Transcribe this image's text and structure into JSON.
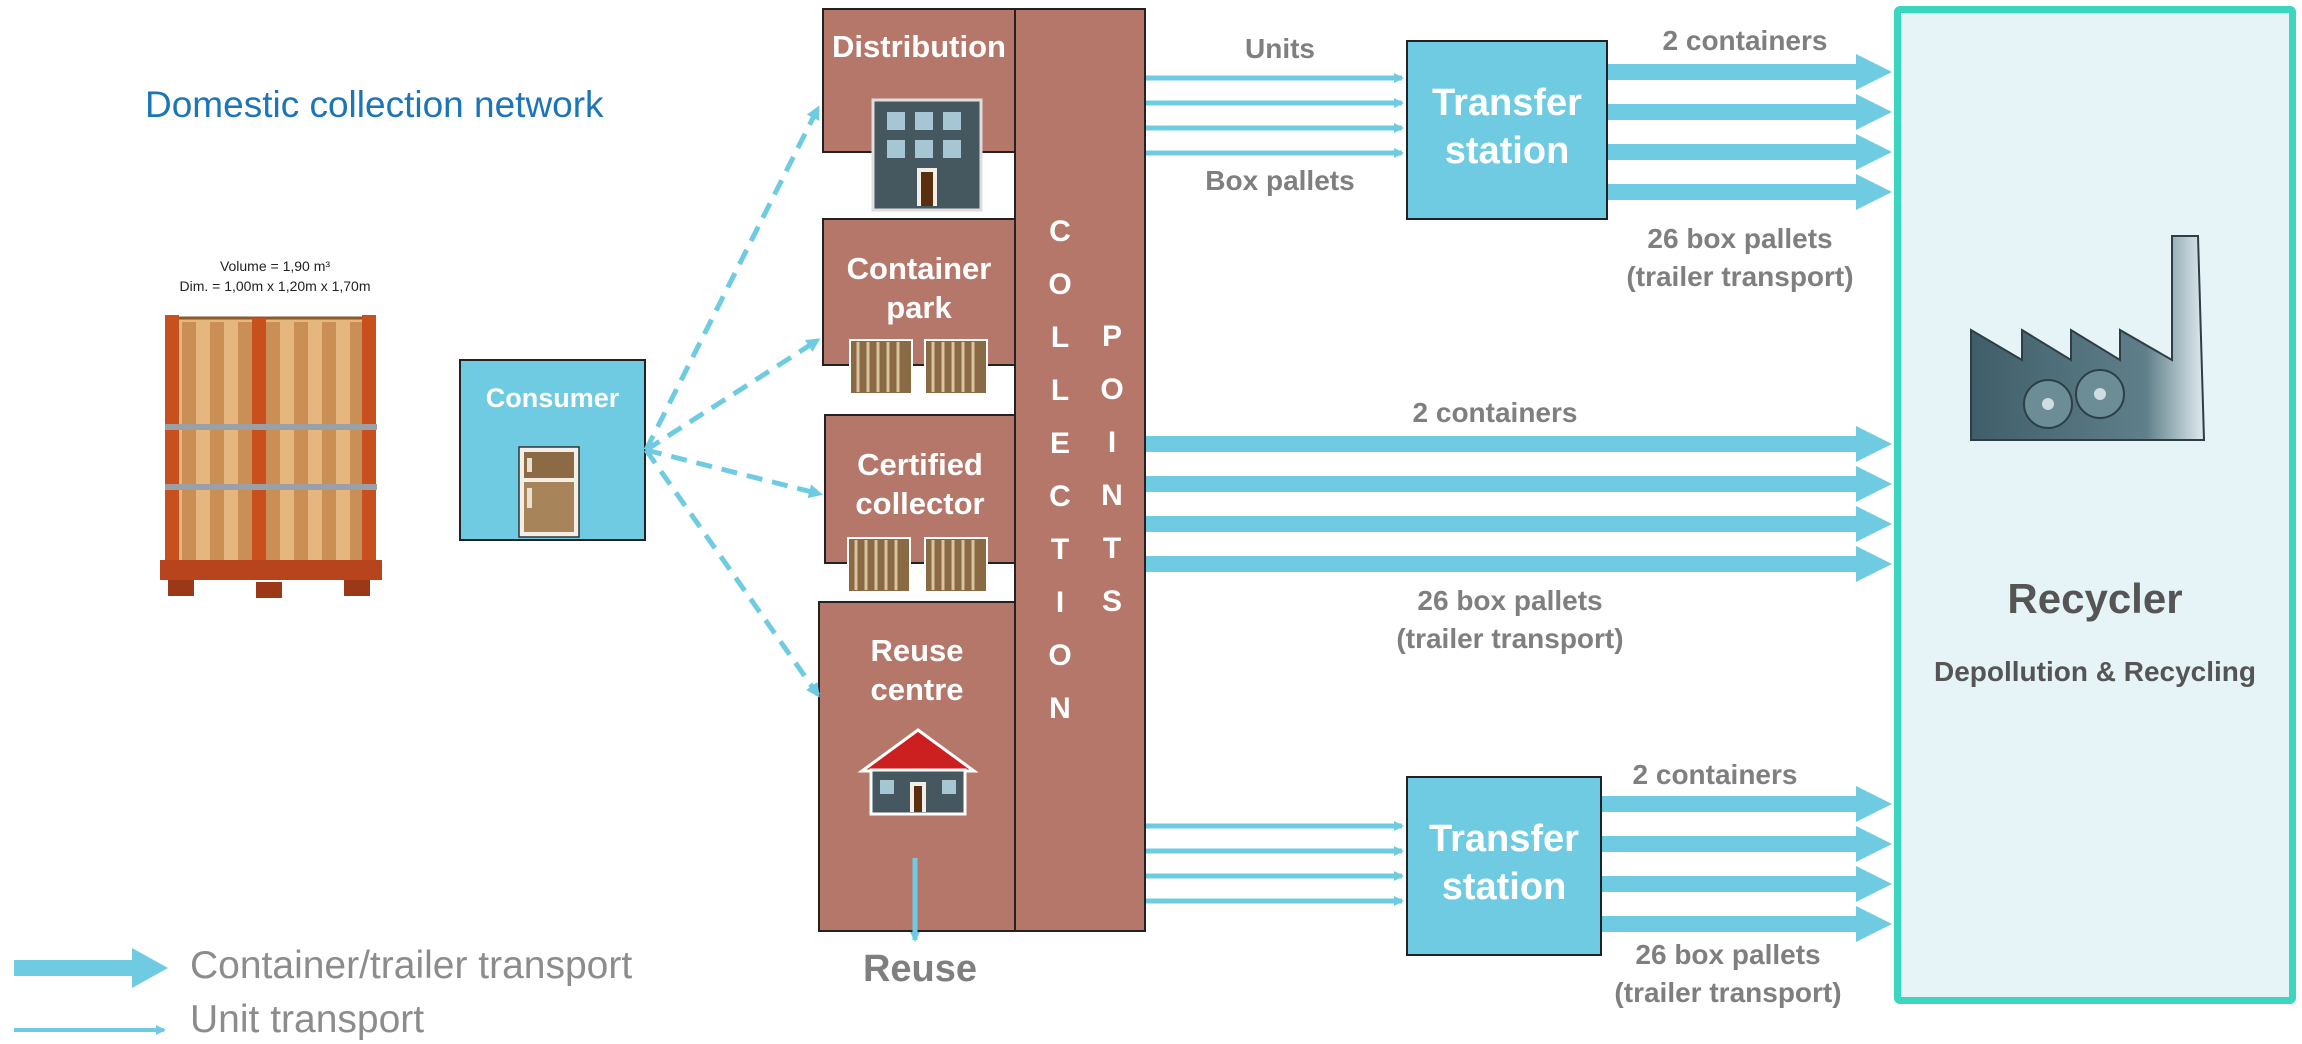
{
  "network_title": "Domestic collection network",
  "box_pallet": {
    "volume": "Volume = 1,90 m³",
    "dimensions": "Dim. = 1,00m x 1,20m x 1,70m"
  },
  "consumer": "Consumer",
  "collection_points": {
    "distribution": "Distribution",
    "container_park": "Container\npark",
    "certified_collector": "Certified\ncollector",
    "reuse_centre": "Reuse\ncentre",
    "vertical_word_1": [
      "C",
      "O",
      "L",
      "L",
      "E",
      "C",
      "T",
      "I",
      "O",
      "N"
    ],
    "vertical_word_2": [
      "P",
      "O",
      "I",
      "N",
      "T",
      "S"
    ]
  },
  "reuse_label": "Reuse",
  "transfer_station_top": "Transfer\nstation",
  "transfer_station_bottom": "Transfer\nstation",
  "flow_labels": {
    "units": "Units",
    "box_pallets": "Box pallets",
    "top_containers": "2 containers",
    "top_pallets": "26 box pallets\n(trailer transport)",
    "mid_containers": "2 containers",
    "mid_pallets": "26 box pallets\n(trailer transport)",
    "bot_containers": "2 containers",
    "bot_pallets": "26 box pallets\n(trailer transport)"
  },
  "recycler": {
    "title": "Recycler",
    "subtitle": "Depollution & Recycling"
  },
  "legend": {
    "thick": "Container/trailer transport",
    "thin": "Unit transport"
  },
  "colors": {
    "cyan": "#6fcbe2",
    "brown": "#b5776a",
    "recycler_border": "#3ad6bf",
    "recycler_fill": "#e6f4f8",
    "title_blue": "#1b75b8",
    "grey_text": "#7f7f7f"
  }
}
